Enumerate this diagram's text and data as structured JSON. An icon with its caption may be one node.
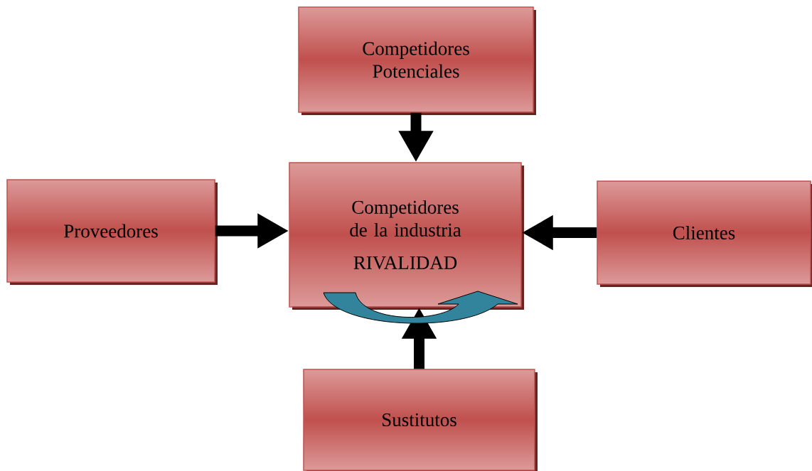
{
  "diagram": {
    "nodes": [
      {
        "text": [
          "Competidores Potenciales"
        ]
      },
      {
        "text": [
          "Proveedores"
        ]
      },
      {
        "text": [
          "Competidores de la industria",
          "RIVALIDAD"
        ]
      },
      {
        "text": [
          "Clientes"
        ]
      },
      {
        "text": [
          "Sustitutos"
        ]
      }
    ],
    "edges": [
      {
        "from": 0,
        "to": 2,
        "arrow": "to"
      },
      {
        "from": 1,
        "to": 2,
        "arrow": "to"
      },
      {
        "from": 3,
        "to": 2,
        "arrow": "to"
      },
      {
        "from": 4,
        "to": 2,
        "arrow": "to"
      }
    ]
  }
}
